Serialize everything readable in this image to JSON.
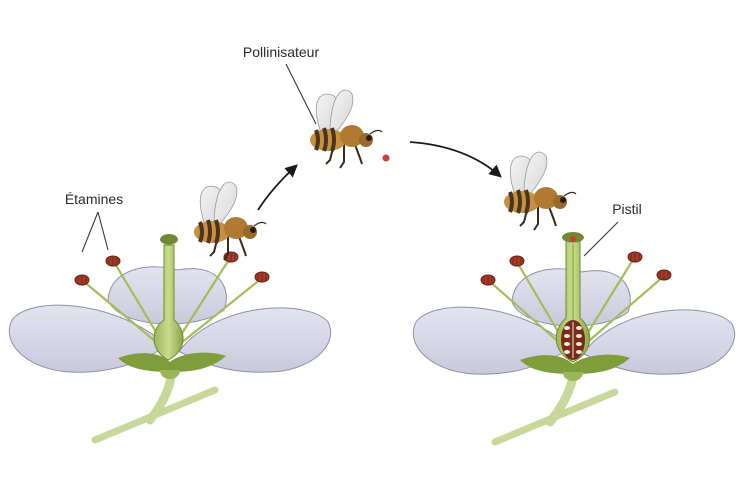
{
  "labels": {
    "stamens": "Étamines",
    "pollinator": "Pollinisateur",
    "pistil": "Pistil"
  },
  "colors": {
    "petal": "#d9d9ea",
    "petal_stroke": "#8f8fa8",
    "stem": "#c8d89a",
    "green": "#7f9d3a",
    "anther": "#a33a2c",
    "bee_body": "#c08a3a",
    "bee_stripe": "#4a3520",
    "ovary": "#7a2a1a"
  }
}
